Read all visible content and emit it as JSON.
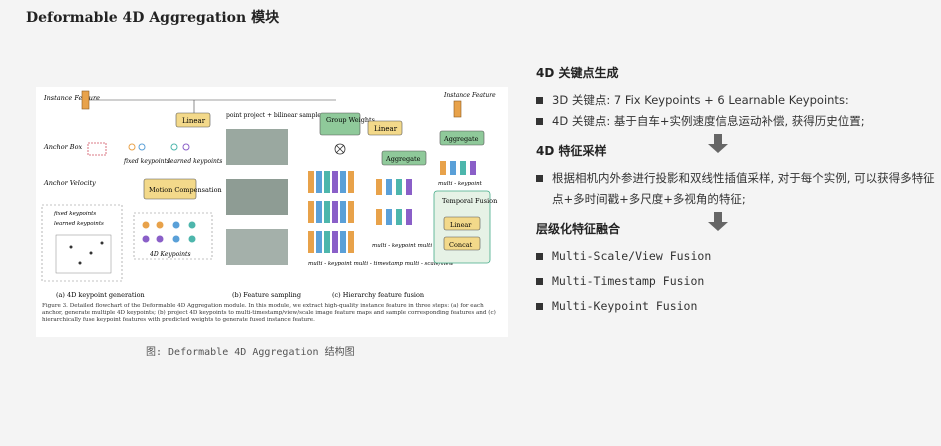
{
  "title": "Deformable 4D Aggregation 模块",
  "figure": {
    "labels": {
      "instance_feature": "Instance Feature",
      "anchor_box": "Anchor Box",
      "anchor_velocity": "Anchor Velocity",
      "fixed_keypoints": "fixed keypoints",
      "learned_keypoints": "learned keypoints",
      "linear": "Linear",
      "motion_compensation": "Motion Compensation",
      "legend_fixed": "fixed keypoints",
      "legend_learned": "learned keypoints",
      "keypoints_4d": "4D Keypoints",
      "point_project": "point project + bilinear sample",
      "group_weights": "Group Weights",
      "aggregate": "Aggregate",
      "multi_keypoint": "multi - keypoint",
      "temporal_fusion": "Temporal Fusion",
      "concat": "Concat",
      "multi_keypoint_multi_timestamp_view": "multi - keypoint multi - timestamp multi - scale/view",
      "multi_keypoint_multi_timestamp": "multi - keypoint multi - timestamp",
      "panel_a": "(a) 4D keypoint generation",
      "panel_b": "(b) Feature sampling",
      "panel_c": "(c) Hierarchy feature fusion"
    },
    "paper_caption": "Figure 3. Detailed flowchart of the Deformable 4D Aggregation module. In this module, we extract high-quality instance feature in three steps: (a) for each anchor, generate multiple 4D keypoints; (b) project 4D keypoints to multi-timestamp/view/scale image feature maps and sample corresponding features and (c) hierarchically fuse keypoint features with predicted weights to generate fused instance feature.",
    "caption": "图: Deformable 4D Aggregation 结构图"
  },
  "sections": [
    {
      "title": "4D 关键点生成",
      "items": [
        "3D 关键点: 7 Fix Keypoints + 6 Learnable Keypoints:",
        "4D 关键点: 基于自车+实例速度信息运动补偿, 获得历史位置;"
      ]
    },
    {
      "title": "4D 特征采样",
      "items": [
        "根据相机内外参进行投影和双线性插值采样, 对于每个实例, 可以获得多特征点+多时间戳+多尺度+多视角的特征;"
      ]
    },
    {
      "title": "层级化特征融合",
      "items": [
        "Multi-Scale/View Fusion",
        "Multi-Timestamp Fusion",
        "Multi-Keypoint Fusion"
      ]
    }
  ],
  "colors": {
    "orange": "#e8a24a",
    "green": "#8fc99a",
    "yellow": "#f3d98a",
    "blue": "#5aa0d8",
    "purple": "#8a5fc8",
    "teal": "#4db6ac"
  }
}
